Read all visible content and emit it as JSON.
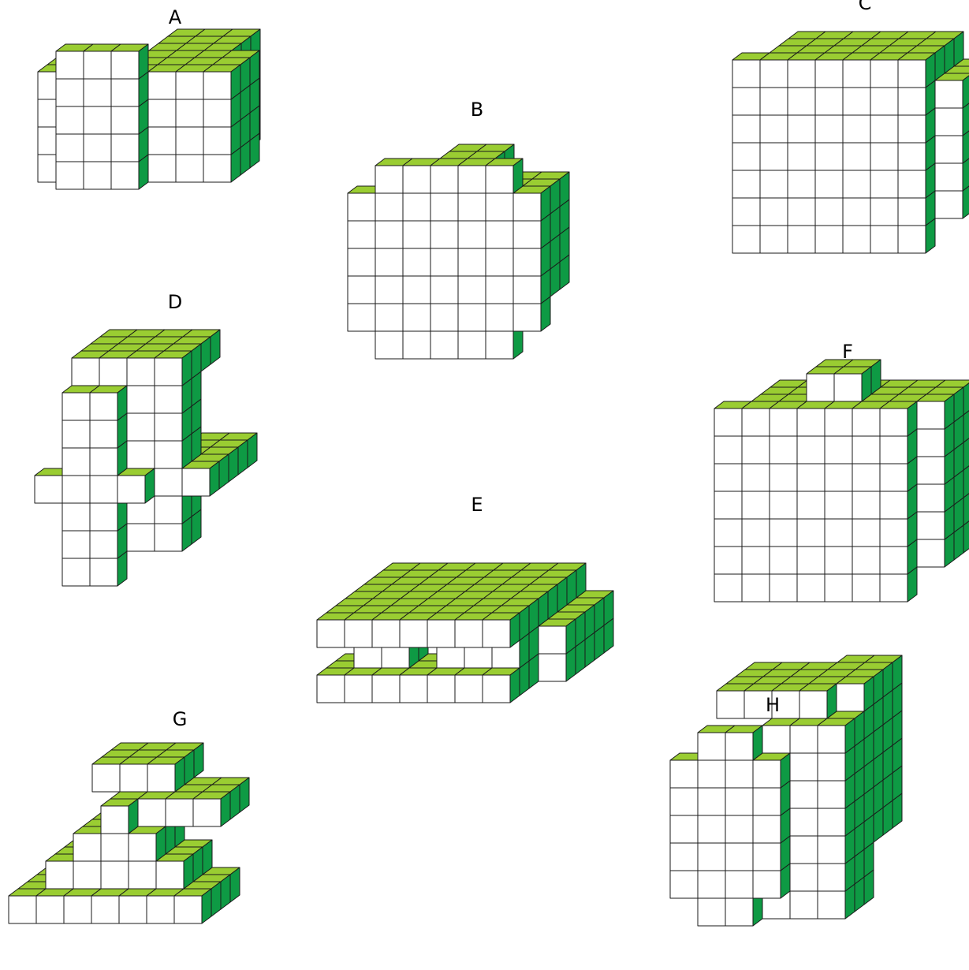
{
  "colors": {
    "top_face": "#9ACD32",
    "side_face": "#0E9A44",
    "front_face": "#FFFFFF",
    "edge": "#1a1a1a"
  },
  "figures": [
    {
      "id": "A",
      "label": "A"
    },
    {
      "id": "B",
      "label": "B"
    },
    {
      "id": "C",
      "label": "C"
    },
    {
      "id": "D",
      "label": "D"
    },
    {
      "id": "E",
      "label": "E"
    },
    {
      "id": "F",
      "label": "F"
    },
    {
      "id": "G",
      "label": "G"
    },
    {
      "id": "H",
      "label": "H"
    }
  ]
}
